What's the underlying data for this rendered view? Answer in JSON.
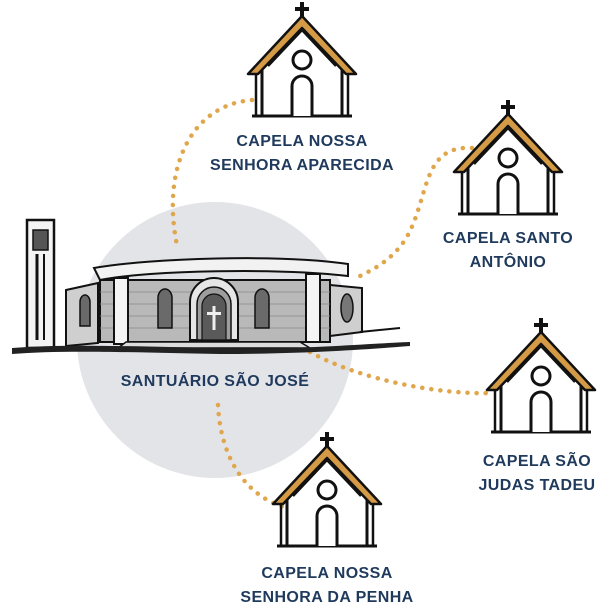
{
  "colors": {
    "navy_text": "#1f3a5c",
    "accent_orange": "#e0a64c",
    "roof_trim": "#d49a45",
    "circle_bg": "#e3e4e8",
    "outline": "#111111"
  },
  "icons": {
    "chapel": "chapel-icon",
    "cathedral": "sanctuary-building-illustration"
  },
  "center": {
    "name": "SANTUÁRIO SÃO JOSÉ"
  },
  "chapels": [
    {
      "line1": "CAPELA NOSSA",
      "line2": "SENHORA APARECIDA"
    },
    {
      "line1": "CAPELA SANTO",
      "line2": "ANTÔNIO"
    },
    {
      "line1": "CAPELA SÃO",
      "line2": "JUDAS TADEU"
    },
    {
      "line1": "CAPELA NOSSA",
      "line2": "SENHORA DA PENHA"
    }
  ]
}
